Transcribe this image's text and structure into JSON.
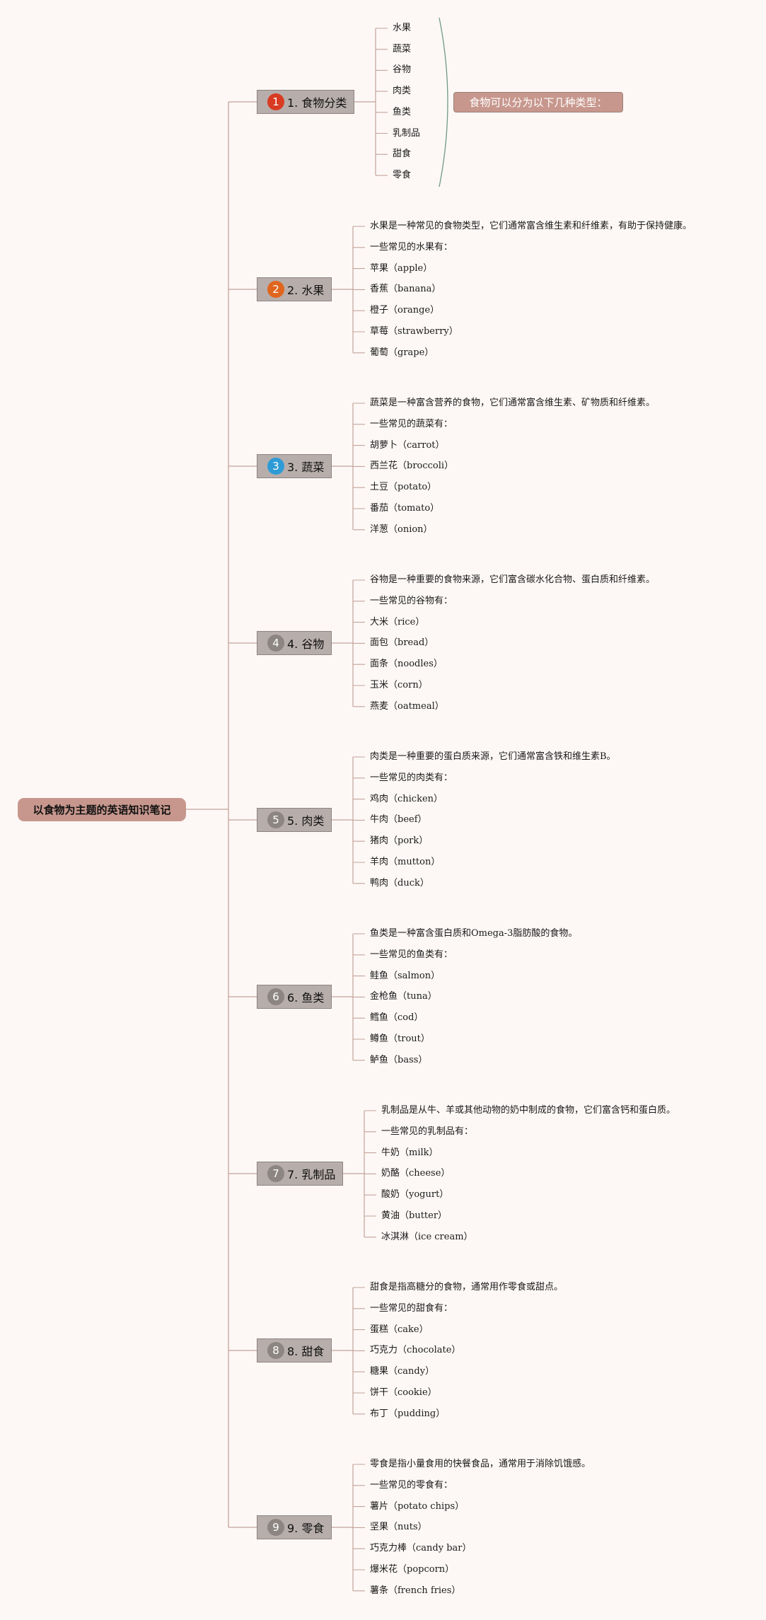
{
  "root": "以食物为主题的英语知识笔记",
  "colors": {
    "root_fill": "#c7978d",
    "topic_fill": "#b7aeab",
    "line": "#c4a39a",
    "summary_fill": "#c7978d",
    "brace": "#6f9a86"
  },
  "summary": "食物可以分为以下几种类型：",
  "topics": [
    {
      "number": "1",
      "label": "1. 食物分类",
      "badge_color": "#d83b22",
      "items": [
        "水果",
        "蔬菜",
        "谷物",
        "肉类",
        "鱼类",
        "乳制品",
        "甜食",
        "零食"
      ]
    },
    {
      "number": "2",
      "label": "2. 水果",
      "badge_color": "#e0651e",
      "items": [
        "水果是一种常见的食物类型，它们通常富含维生素和纤维素，有助于保持健康。",
        "一些常见的水果有：",
        "苹果（apple）",
        "香蕉（banana）",
        "橙子（orange）",
        "草莓（strawberry）",
        "葡萄（grape）"
      ]
    },
    {
      "number": "3",
      "label": "3. 蔬菜",
      "badge_color": "#2f9bd6",
      "items": [
        "蔬菜是一种富含营养的食物，它们通常富含维生素、矿物质和纤维素。",
        "一些常见的蔬菜有：",
        "胡萝卜（carrot）",
        "西兰花（broccoli）",
        "土豆（potato）",
        "番茄（tomato）",
        "洋葱（onion）"
      ]
    },
    {
      "number": "4",
      "label": "4. 谷物",
      "badge_color": "#8c8582",
      "items": [
        "谷物是一种重要的食物来源，它们富含碳水化合物、蛋白质和纤维素。",
        "一些常见的谷物有：",
        "大米（rice）",
        "面包（bread）",
        "面条（noodles）",
        "玉米（corn）",
        "燕麦（oatmeal）"
      ]
    },
    {
      "number": "5",
      "label": "5. 肉类",
      "badge_color": "#8c8582",
      "items": [
        "肉类是一种重要的蛋白质来源，它们通常富含铁和维生素B。",
        "一些常见的肉类有：",
        "鸡肉（chicken）",
        "牛肉（beef）",
        "猪肉（pork）",
        "羊肉（mutton）",
        "鸭肉（duck）"
      ]
    },
    {
      "number": "6",
      "label": "6. 鱼类",
      "badge_color": "#8c8582",
      "items": [
        "鱼类是一种富含蛋白质和Omega-3脂肪酸的食物。",
        "一些常见的鱼类有：",
        "鲑鱼（salmon）",
        "金枪鱼（tuna）",
        "鳕鱼（cod）",
        "鳟鱼（trout）",
        "鲈鱼（bass）"
      ]
    },
    {
      "number": "7",
      "label": "7. 乳制品",
      "badge_color": "#8c8582",
      "items": [
        "乳制品是从牛、羊或其他动物的奶中制成的食物，它们富含钙和蛋白质。",
        "一些常见的乳制品有：",
        "牛奶（milk）",
        "奶酪（cheese）",
        "酸奶（yogurt）",
        "黄油（butter）",
        "冰淇淋（ice cream）"
      ]
    },
    {
      "number": "8",
      "label": "8. 甜食",
      "badge_color": "#8c8582",
      "items": [
        "甜食是指高糖分的食物，通常用作零食或甜点。",
        "一些常见的甜食有：",
        "蛋糕（cake）",
        "巧克力（chocolate）",
        "糖果（candy）",
        "饼干（cookie）",
        "布丁（pudding）"
      ]
    },
    {
      "number": "9",
      "label": "9. 零食",
      "badge_color": "#8c8582",
      "items": [
        "零食是指小量食用的快餐食品，通常用于消除饥饿感。",
        "一些常见的零食有：",
        "薯片（potato chips）",
        "坚果（nuts）",
        "巧克力棒（candy bar）",
        "爆米花（popcorn）",
        "薯条（french fries）"
      ]
    }
  ]
}
